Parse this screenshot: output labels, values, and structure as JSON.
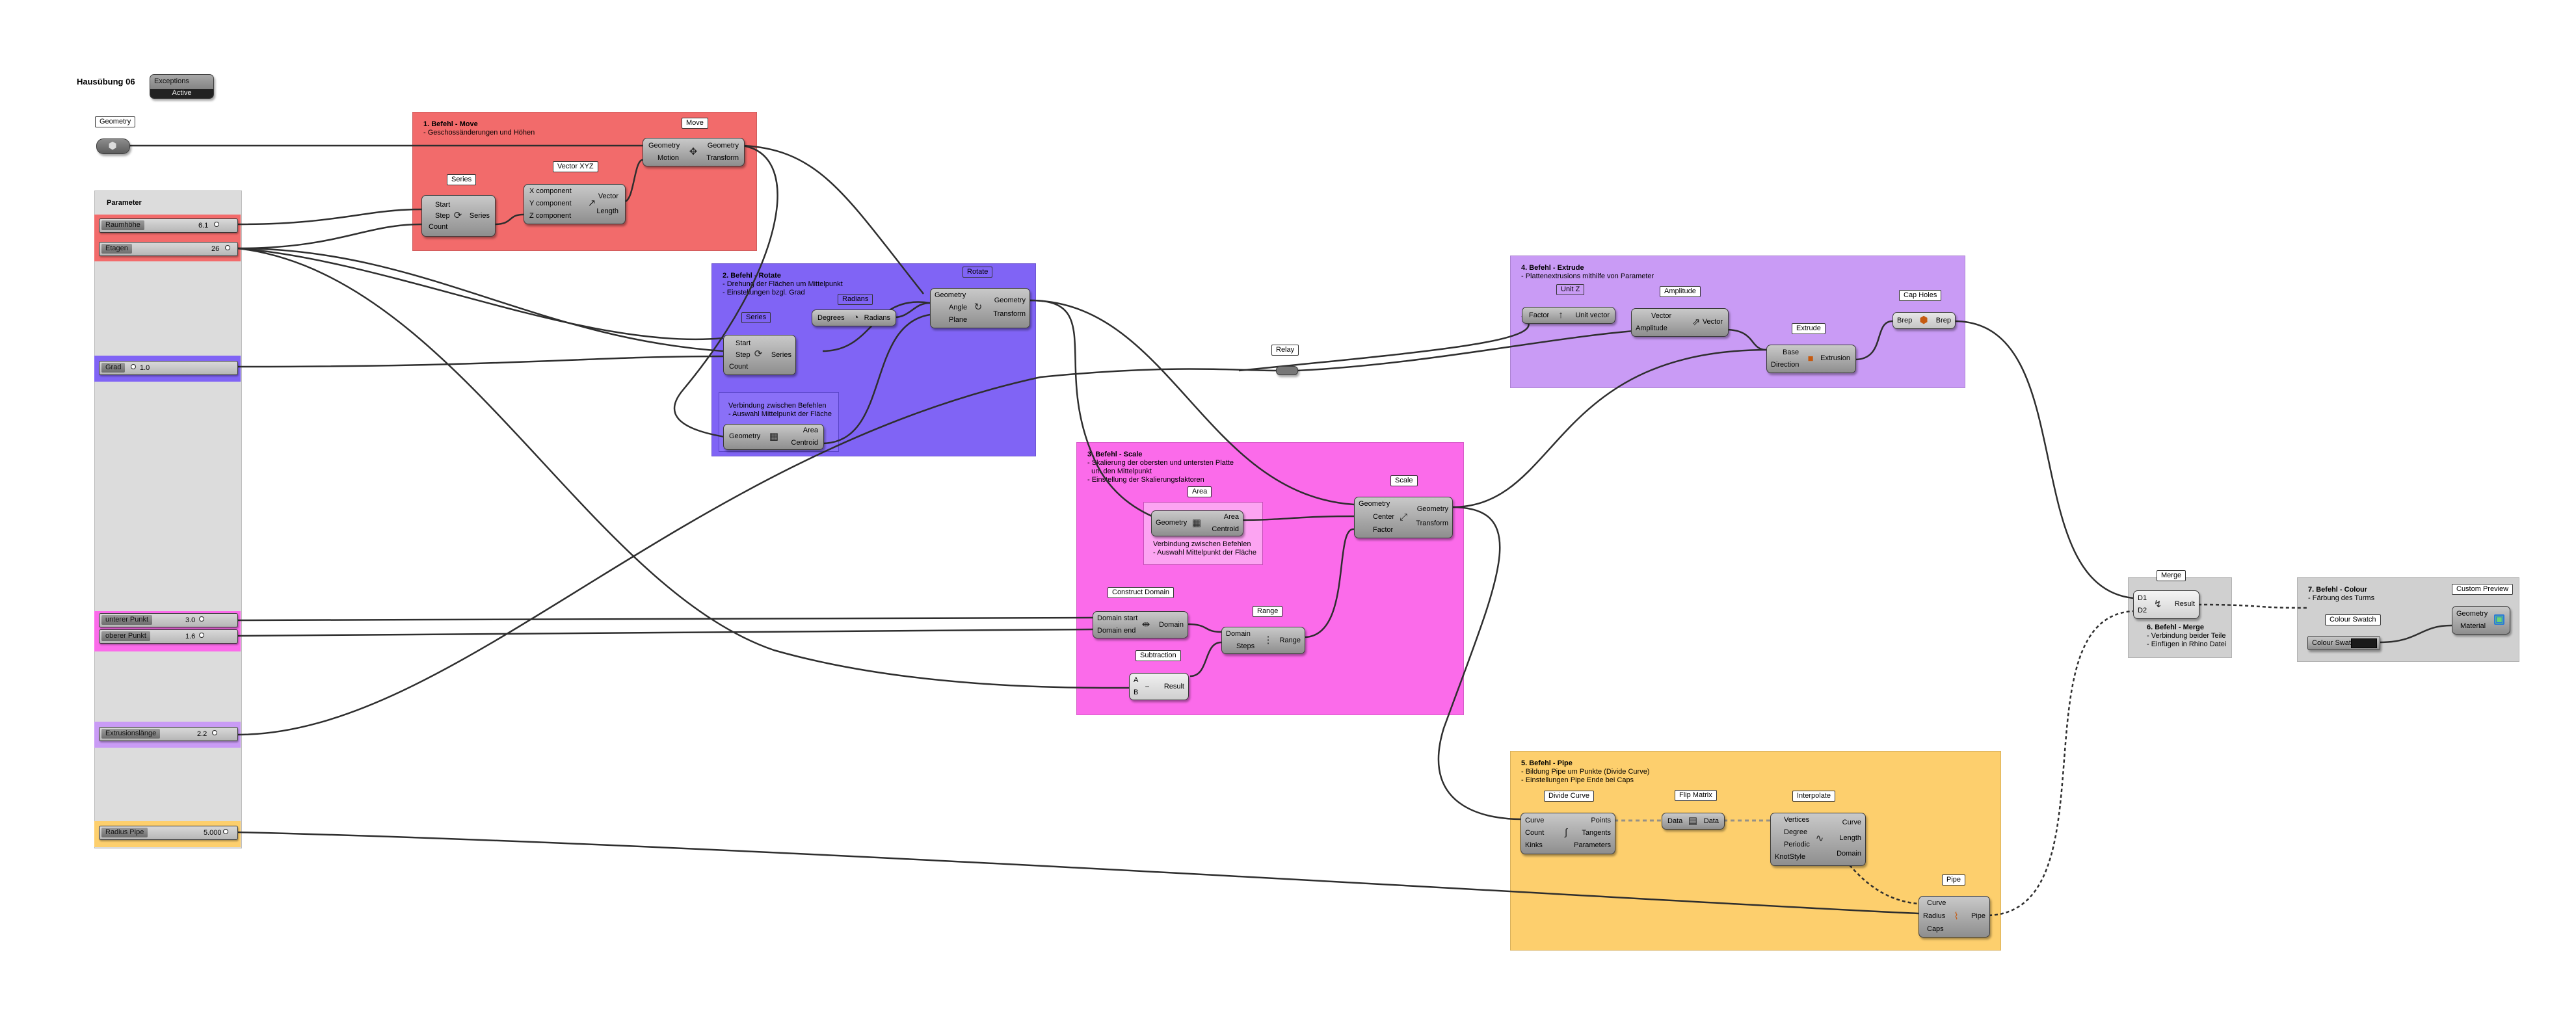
{
  "doc": {
    "title": "Hausübung 06",
    "exceptions": {
      "label": "Exceptions",
      "status": "Active"
    }
  },
  "colors": {
    "move": "#f26b6b",
    "rotate": "#8064f5",
    "scale": "#fb6bea",
    "extrude": "#c99bf5",
    "pipe": "#fdcf6d",
    "param": "#d6d6d6",
    "merge": "#d0d0d0",
    "preview": "#d0d0d0"
  },
  "groups": {
    "parameter": {
      "title": "Parameter"
    },
    "move": {
      "title": "1. Befehl - Move",
      "sub": "- Geschossänderungen und Höhen"
    },
    "rotate": {
      "title": "2. Befehl - Rotate",
      "sub": "- Drehung der Flächen um Mittelpunkt\n- Einstellungen bzgl. Grad"
    },
    "rotate_inner": {
      "title": "Verbindung zwischen Befehlen\n- Auswahl Mittelpunkt der Fläche"
    },
    "scale": {
      "title": "3. Befehl - Scale",
      "sub": "- Skalierung der obersten und untersten Platte\n  um den Mittelpunkt\n- Einstellung der Skalierungsfaktoren"
    },
    "scale_inner": {
      "title": "Verbindung zwischen Befehlen\n- Auswahl Mittelpunkt der Fläche"
    },
    "extrude": {
      "title": "4. Befehl - Extrude",
      "sub": "- Plattenextrusions mithilfe von Parameter"
    },
    "pipe": {
      "title": "5. Befehl - Pipe",
      "sub": "- Bildung Pipe um Punkte (Divide Curve)\n- Einstellungen Pipe Ende bei Caps"
    },
    "merge": {
      "title": "6. Befehl - Merge",
      "sub": "- Verbindung beider Teile\n- Einfügen in Rhino Datei"
    },
    "colour": {
      "title": "7. Befehl - Colour",
      "sub": "- Färbung des Turms"
    }
  },
  "sliders": [
    {
      "id": "raumhoehe",
      "label": "Raumhöhe",
      "value": "6.1"
    },
    {
      "id": "etagen",
      "label": "Etagen",
      "value": "26"
    },
    {
      "id": "grad",
      "label": "Grad",
      "value": "1.0"
    },
    {
      "id": "unterer",
      "label": "unterer Punkt",
      "value": "3.0"
    },
    {
      "id": "oberer",
      "label": "oberer Punkt",
      "value": "1.6"
    },
    {
      "id": "extrusion",
      "label": "Extrusionslänge",
      "value": "2.2"
    },
    {
      "id": "radius",
      "label": "Radius Pipe",
      "value": "5.000"
    }
  ],
  "components": {
    "geometry_param": {
      "tag": "Geometry"
    },
    "series1": {
      "tag": "Series",
      "inputs": [
        "Start",
        "Step",
        "Count"
      ],
      "outputs": [
        "Series"
      ]
    },
    "vectorxyz": {
      "tag": "Vector XYZ",
      "inputs": [
        "X component",
        "Y component",
        "Z component"
      ],
      "outputs": [
        "Vector",
        "Length"
      ]
    },
    "move": {
      "tag": "Move",
      "inputs": [
        "Geometry",
        "Motion"
      ],
      "outputs": [
        "Geometry",
        "Transform"
      ]
    },
    "radians": {
      "tag": "Radians",
      "inputs": [
        "Degrees"
      ],
      "outputs": [
        "Radians"
      ]
    },
    "series2": {
      "tag": "Series",
      "inputs": [
        "Start",
        "Step",
        "Count"
      ],
      "outputs": [
        "Series"
      ]
    },
    "area1": {
      "inputs": [
        "Geometry"
      ],
      "outputs": [
        "Area",
        "Centroid"
      ]
    },
    "rotate": {
      "tag": "Rotate",
      "inputs": [
        "Geometry",
        "Angle",
        "Plane"
      ],
      "outputs": [
        "Geometry",
        "Transform"
      ]
    },
    "relay": {
      "tag": "Relay"
    },
    "unitz": {
      "tag": "Unit Z",
      "inputs": [
        "Factor"
      ],
      "outputs": [
        "Unit vector"
      ]
    },
    "amplitude": {
      "tag": "Amplitude",
      "inputs": [
        "Vector",
        "Amplitude"
      ],
      "outputs": [
        "Vector"
      ]
    },
    "extrude": {
      "tag": "Extrude",
      "inputs": [
        "Base",
        "Direction"
      ],
      "outputs": [
        "Extrusion"
      ]
    },
    "capholes": {
      "tag": "Cap Holes",
      "inputs": [
        "Brep"
      ],
      "outputs": [
        "Brep"
      ]
    },
    "area2": {
      "tag": "Area",
      "inputs": [
        "Geometry"
      ],
      "outputs": [
        "Area",
        "Centroid"
      ]
    },
    "scale": {
      "tag": "Scale",
      "inputs": [
        "Geometry",
        "Center",
        "Factor"
      ],
      "outputs": [
        "Geometry",
        "Transform"
      ]
    },
    "constructdomain": {
      "tag": "Construct Domain",
      "inputs": [
        "Domain start",
        "Domain end"
      ],
      "outputs": [
        "Domain"
      ]
    },
    "range": {
      "tag": "Range",
      "inputs": [
        "Domain",
        "Steps"
      ],
      "outputs": [
        "Range"
      ]
    },
    "subtraction": {
      "tag": "Subtraction",
      "inputs": [
        "A",
        "B"
      ],
      "outputs": [
        "Result"
      ]
    },
    "dividecurve": {
      "tag": "Divide Curve",
      "inputs": [
        "Curve",
        "Count",
        "Kinks"
      ],
      "outputs": [
        "Points",
        "Tangents",
        "Parameters"
      ]
    },
    "flipmatrix": {
      "tag": "Flip Matrix",
      "inputs": [
        "Data"
      ],
      "outputs": [
        "Data"
      ]
    },
    "interpolate": {
      "tag": "Interpolate",
      "inputs": [
        "Vertices",
        "Degree",
        "Periodic",
        "KnotStyle"
      ],
      "outputs": [
        "Curve",
        "Length",
        "Domain"
      ]
    },
    "pipe": {
      "tag": "Pipe",
      "inputs": [
        "Curve",
        "Radius",
        "Caps"
      ],
      "outputs": [
        "Pipe"
      ]
    },
    "merge": {
      "tag": "Merge",
      "inputs": [
        "D1",
        "D2"
      ],
      "outputs": [
        "Result"
      ]
    },
    "custompreview": {
      "tag": "Custom Preview",
      "inputs": [
        "Geometry",
        "Material"
      ]
    },
    "colourswatch": {
      "tag": "Colour Swatch",
      "label": "Colour Swatch"
    }
  },
  "icons": {
    "series": "series-icon",
    "vector": "vector-xyz-icon",
    "move": "move-icon",
    "radians": "radians-icon",
    "area": "area-icon",
    "rotate": "rotate-icon",
    "unitz": "unit-z-icon",
    "amplitude": "amplitude-icon",
    "extrude": "extrude-icon",
    "cap": "cap-holes-icon",
    "scale": "scale-icon",
    "domain": "construct-domain-icon",
    "range": "range-icon",
    "divide": "divide-curve-icon",
    "interpolate": "interpolate-icon",
    "pipe": "pipe-icon",
    "merge": "merge-icon",
    "preview": "custom-preview-icon"
  }
}
